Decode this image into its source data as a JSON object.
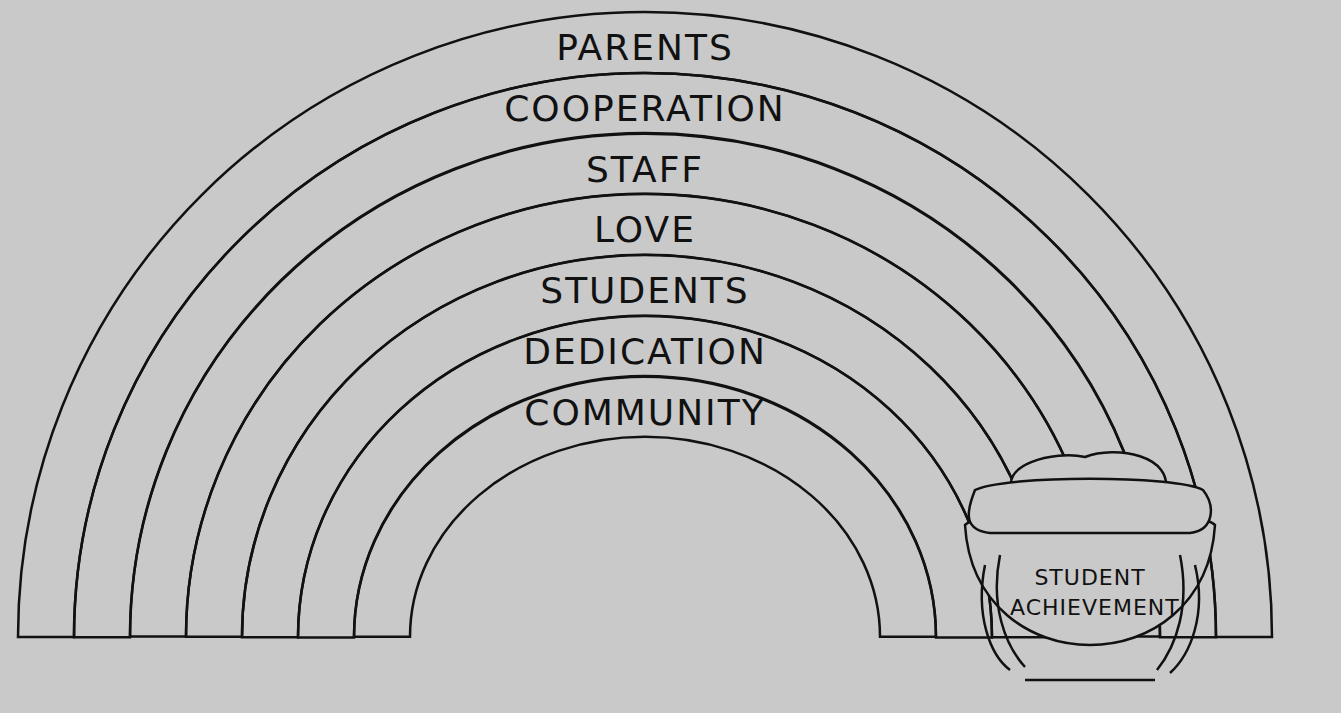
{
  "diagram": {
    "nodes": [
      {
        "text": [
          "PARENTS"
        ]
      },
      {
        "text": [
          "COOPERATION"
        ]
      },
      {
        "text": [
          "STAFF"
        ]
      },
      {
        "text": [
          "LOVE"
        ]
      },
      {
        "text": [
          "STUDENTS"
        ]
      },
      {
        "text": [
          "DEDICATION"
        ]
      },
      {
        "text": [
          "COMMUNITY"
        ]
      },
      {
        "text": [
          "STUDENT ACHIEVEMENT"
        ]
      }
    ]
  }
}
